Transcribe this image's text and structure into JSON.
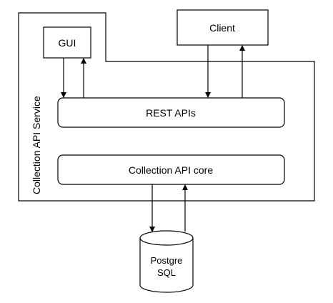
{
  "service": {
    "label": "Collection API Service"
  },
  "nodes": {
    "gui": {
      "label": "GUI"
    },
    "client": {
      "label": "Client"
    },
    "rest_apis": {
      "label": "REST APIs"
    },
    "core": {
      "label": "Collection API core"
    },
    "database": {
      "label_line1": "Postgre",
      "label_line2": "SQL"
    }
  },
  "colors": {
    "stroke": "#000000",
    "fill": "#ffffff",
    "text": "#000000"
  }
}
